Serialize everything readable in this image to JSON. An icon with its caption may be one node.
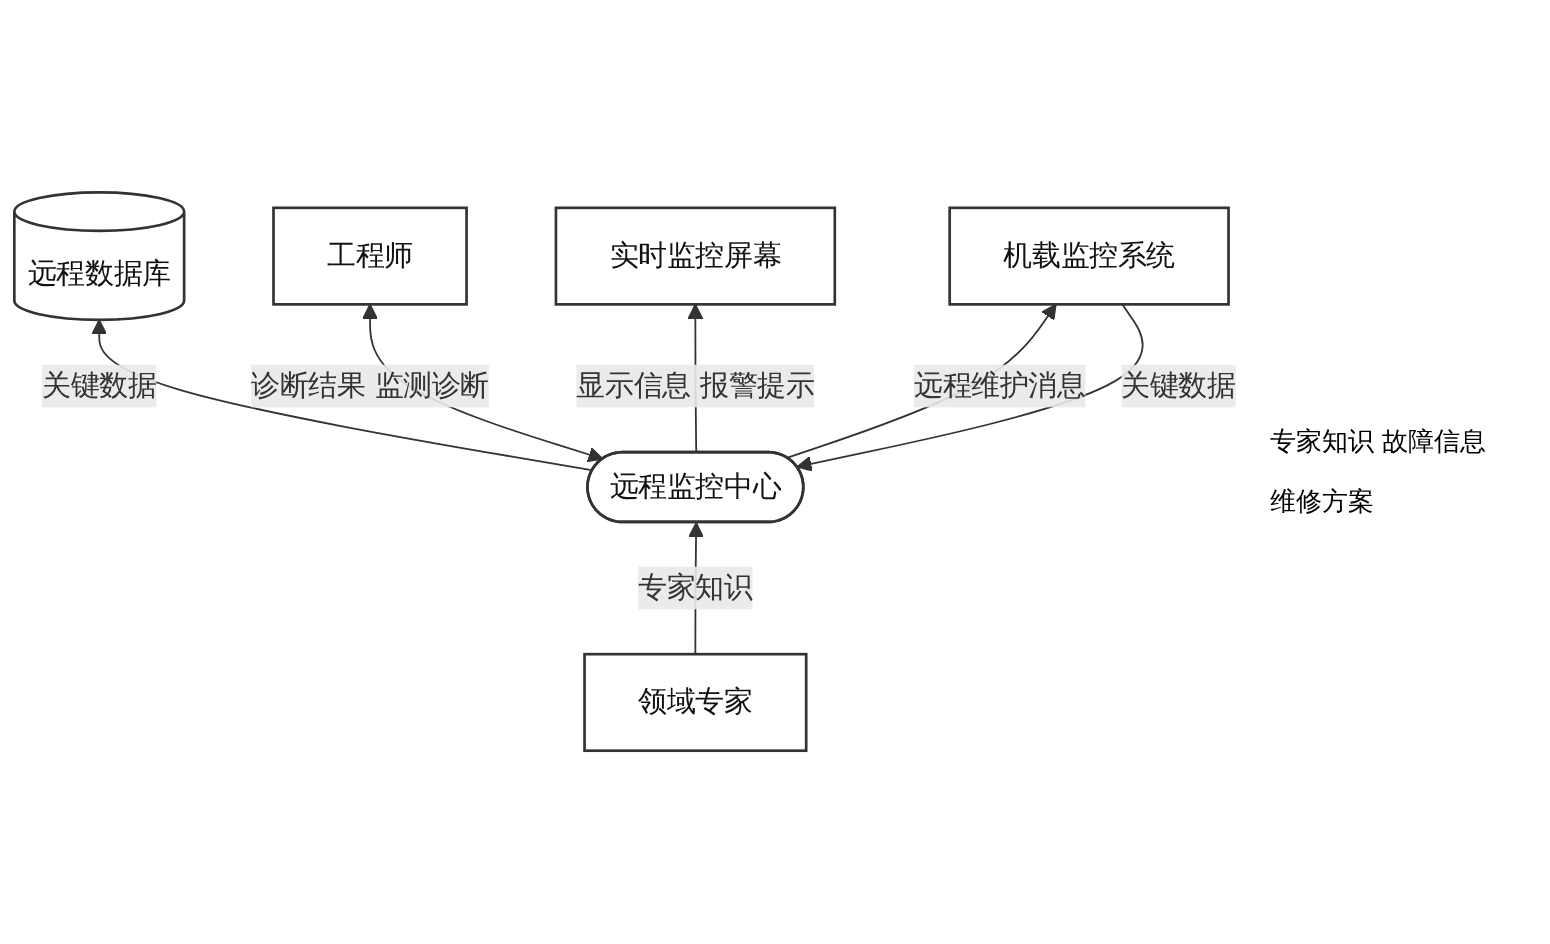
{
  "diagram": {
    "nodes": [
      {
        "text": [
          "领域专家"
        ]
      },
      {
        "text": [
          "远程数据库"
        ]
      },
      {
        "text": [
          "工程师"
        ]
      },
      {
        "text": [
          "实时监控屏幕"
        ]
      },
      {
        "text": [
          "远程监控中心"
        ]
      },
      {
        "text": [
          "机载监控系统"
        ]
      }
    ],
    "edges": [
      {
        "from": 0,
        "to": 4,
        "arrow": "to",
        "label": "专家知识"
      },
      {
        "from": 4,
        "to": 1,
        "arrow": "to",
        "label": "关键数据"
      },
      {
        "from": 2,
        "to": 4,
        "arrow": "both",
        "label": "诊断结果 监测诊断"
      },
      {
        "from": 4,
        "to": 3,
        "arrow": "to",
        "label": "显示信息 报警提示"
      },
      {
        "from": 5,
        "to": 4,
        "arrow": "to",
        "label": "关键数据"
      },
      {
        "from": 4,
        "to": 5,
        "arrow": "to",
        "label": "远程维护消息"
      }
    ],
    "labels": [
      "专家知识 故障信息",
      "维修方案"
    ]
  }
}
